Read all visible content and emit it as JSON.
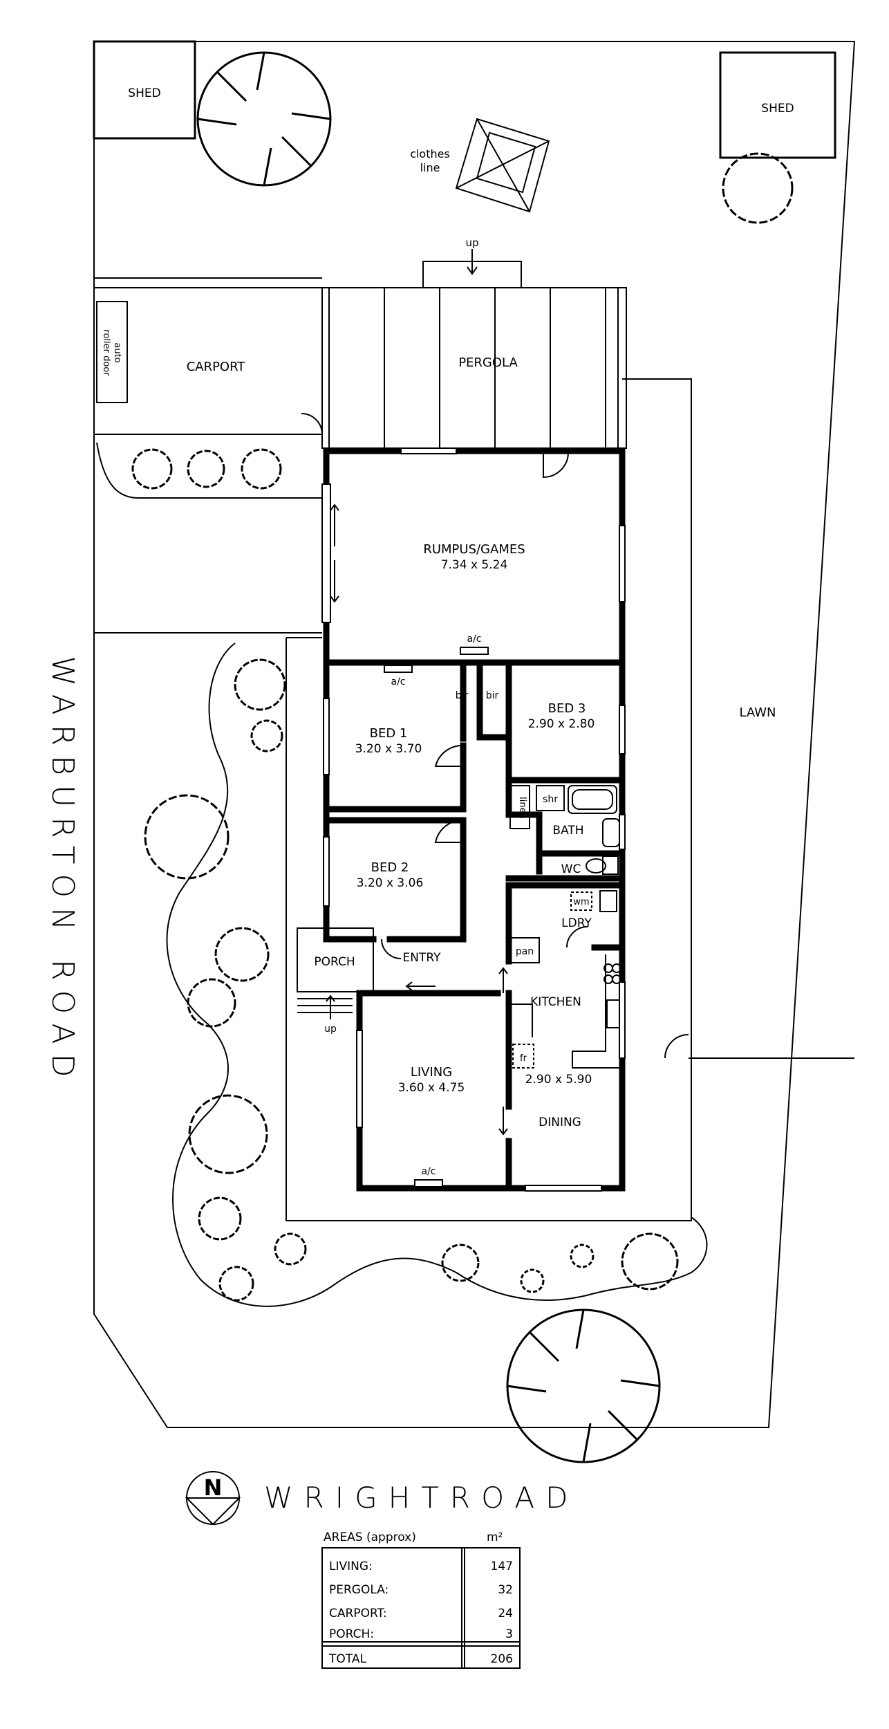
{
  "plan": {
    "rooms": {
      "shed_left": "SHED",
      "shed_right": "SHED",
      "clothes_line_1": "clothes",
      "clothes_line_2": "line",
      "up_rear": "up",
      "pergola": "PERGOLA",
      "carport": "CARPORT",
      "roller_door_1": "auto",
      "roller_door_2": "roller door",
      "rumpus_name": "RUMPUS/GAMES",
      "rumpus_size": "7.34 x 5.24",
      "ac_rumpus": "a/c",
      "ac_bed1": "a/c",
      "ac_living": "a/c",
      "bir_1": "bir",
      "bir_2": "bir",
      "bed1_name": "BED 1",
      "bed1_size": "3.20 x 3.70",
      "bed2_name": "BED 2",
      "bed2_size": "3.20 x 3.06",
      "bed3_name": "BED 3",
      "bed3_size": "2.90 x 2.80",
      "shr": "shr",
      "linen": "linen",
      "bath": "BATH",
      "wc": "WC",
      "wm": "wm",
      "ldry": "LDRY",
      "pan": "pan",
      "porch": "PORCH",
      "entry": "ENTRY",
      "up_porch": "up",
      "kitchen": "KITCHEN",
      "fr": "fr",
      "kitchen_size": "2.90 x 5.90",
      "dining": "DINING",
      "living_name": "LIVING",
      "living_size": "3.60 x 4.75",
      "lawn": "LAWN"
    },
    "roads": {
      "side_road": "WARBURTON ROAD",
      "front_road": "WRIGHTROAD"
    },
    "north_marker": "N"
  },
  "areas_table": {
    "header_label": "AREAS (approx)",
    "header_unit": "m²",
    "rows": [
      {
        "label": "LIVING:",
        "value": "147"
      },
      {
        "label": "PERGOLA:",
        "value": "32"
      },
      {
        "label": "CARPORT:",
        "value": "24"
      },
      {
        "label": "PORCH:",
        "value": "3"
      }
    ],
    "total_label": "TOTAL",
    "total_value": "206"
  }
}
